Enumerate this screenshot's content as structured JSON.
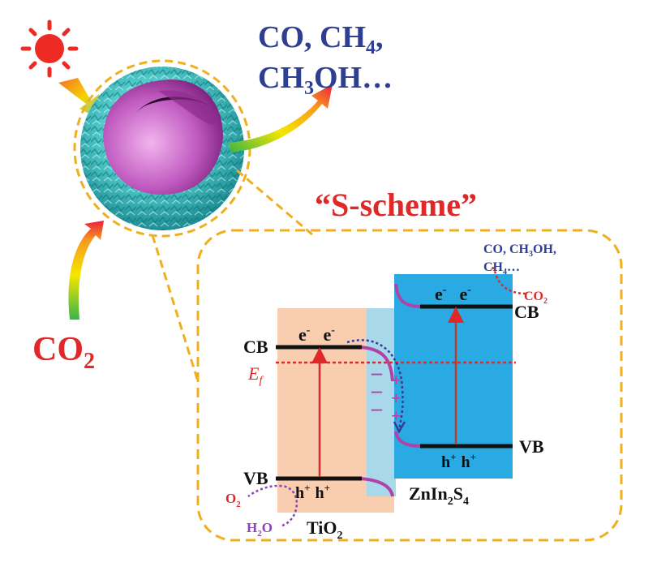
{
  "products": {
    "line1": "CO, CH",
    "line1_sub": "4",
    "line1_end": ",",
    "line2_a": "CH",
    "line2_sub": "3",
    "line2_b": "OH…"
  },
  "reactant": {
    "text": "CO",
    "sub": "2"
  },
  "scheme_title": "“S-scheme”",
  "tio2": {
    "name": "TiO",
    "name_sub": "2",
    "cb": "CB",
    "vb": "VB",
    "fermi": "E",
    "fermi_sub": "f",
    "e1": "e",
    "e2": "e",
    "e_sup": "-",
    "h1": "h",
    "h2": "h",
    "h_sup": "+",
    "o2": "O",
    "o2_sub": "2",
    "h2o": "H",
    "h2o_sub": "2",
    "h2o_end": "O"
  },
  "znin2s4": {
    "name_a": "ZnIn",
    "name_sub1": "2",
    "name_b": "S",
    "name_sub2": "4",
    "cb": "CB",
    "vb": "VB",
    "e1": "e",
    "e2": "e",
    "e_sup": "-",
    "h1": "h",
    "h2": "h",
    "h_sup": "+",
    "prod_line1": "CO, CH",
    "prod_line1_sub": "3",
    "prod_line1_end": "OH,",
    "prod_line2": "CH",
    "prod_line2_sub": "4",
    "prod_line2_end": "…",
    "co2": "CO",
    "co2_sub": "2"
  },
  "interface": {
    "minus": "–",
    "plus": "+"
  },
  "colors": {
    "navy": "#2e3f93",
    "red": "#e02828",
    "gold": "#efb020",
    "peach": "#f8cdb0",
    "blue": "#2aaae2",
    "lightblue": "#a9d8ea",
    "purple": "#b042a8",
    "sun": "#ee2a24"
  }
}
